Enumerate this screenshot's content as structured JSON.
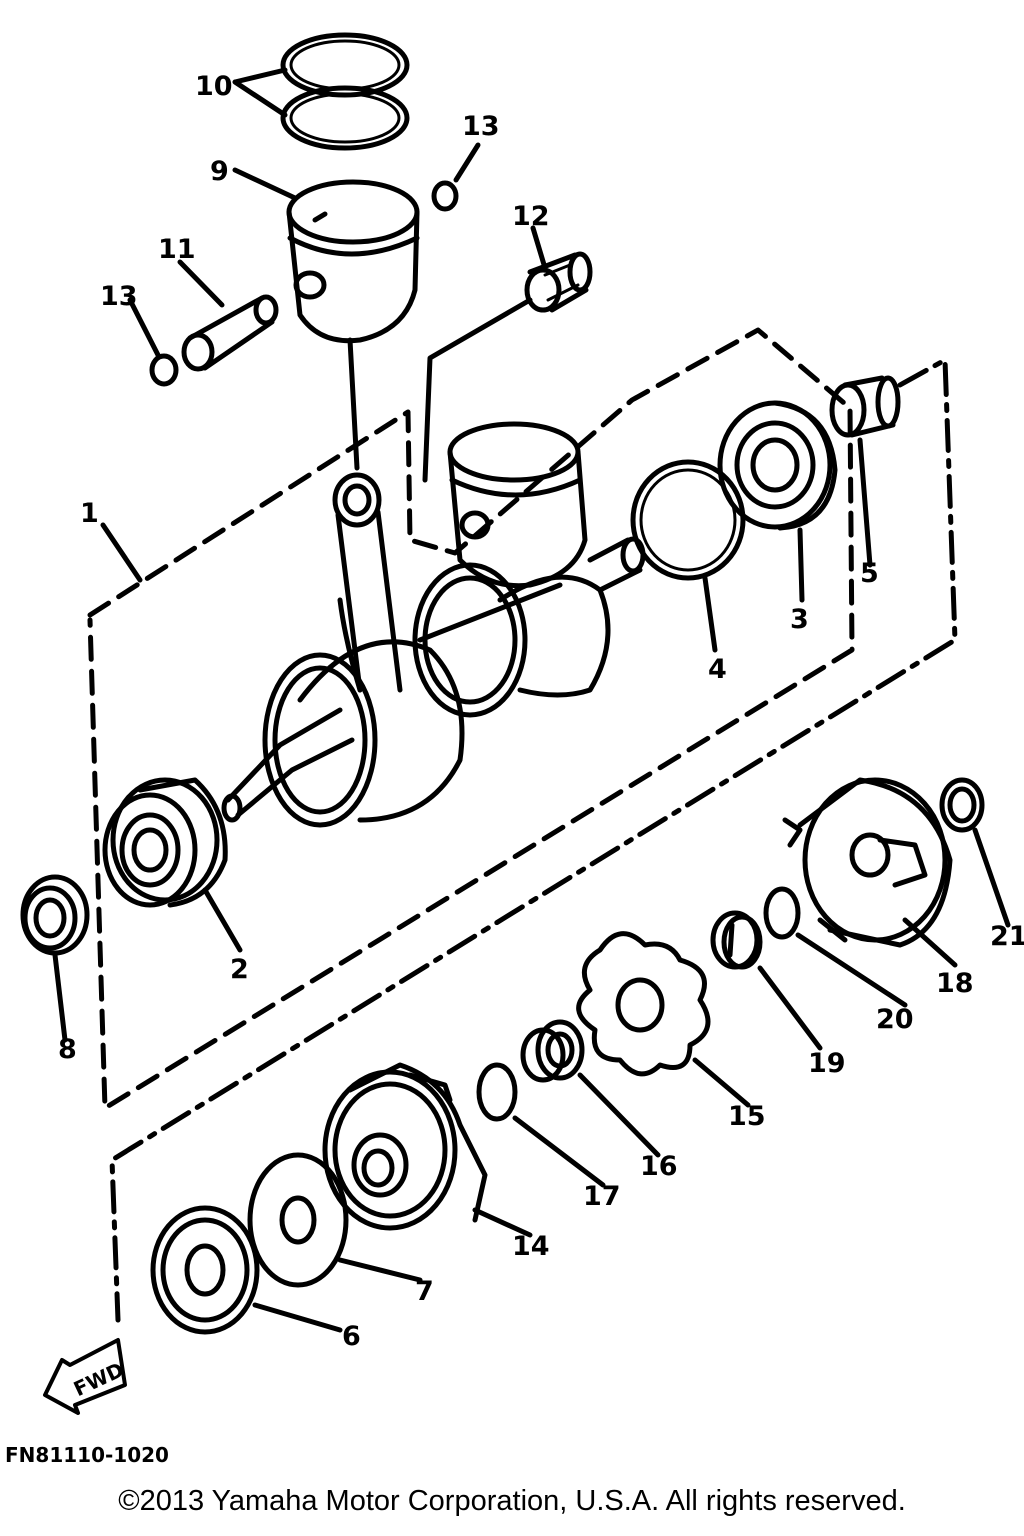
{
  "callouts": [
    "1",
    "2",
    "3",
    "4",
    "5",
    "6",
    "7",
    "8",
    "9",
    "10",
    "11",
    "12",
    "13",
    "13",
    "14",
    "15",
    "16",
    "17",
    "18",
    "19",
    "20",
    "21"
  ],
  "fwd_label": "FWD",
  "figure_code": "FN81110-1020",
  "copyright": "©2013 Yamaha Motor Corporation, U.S.A. All rights reserved."
}
